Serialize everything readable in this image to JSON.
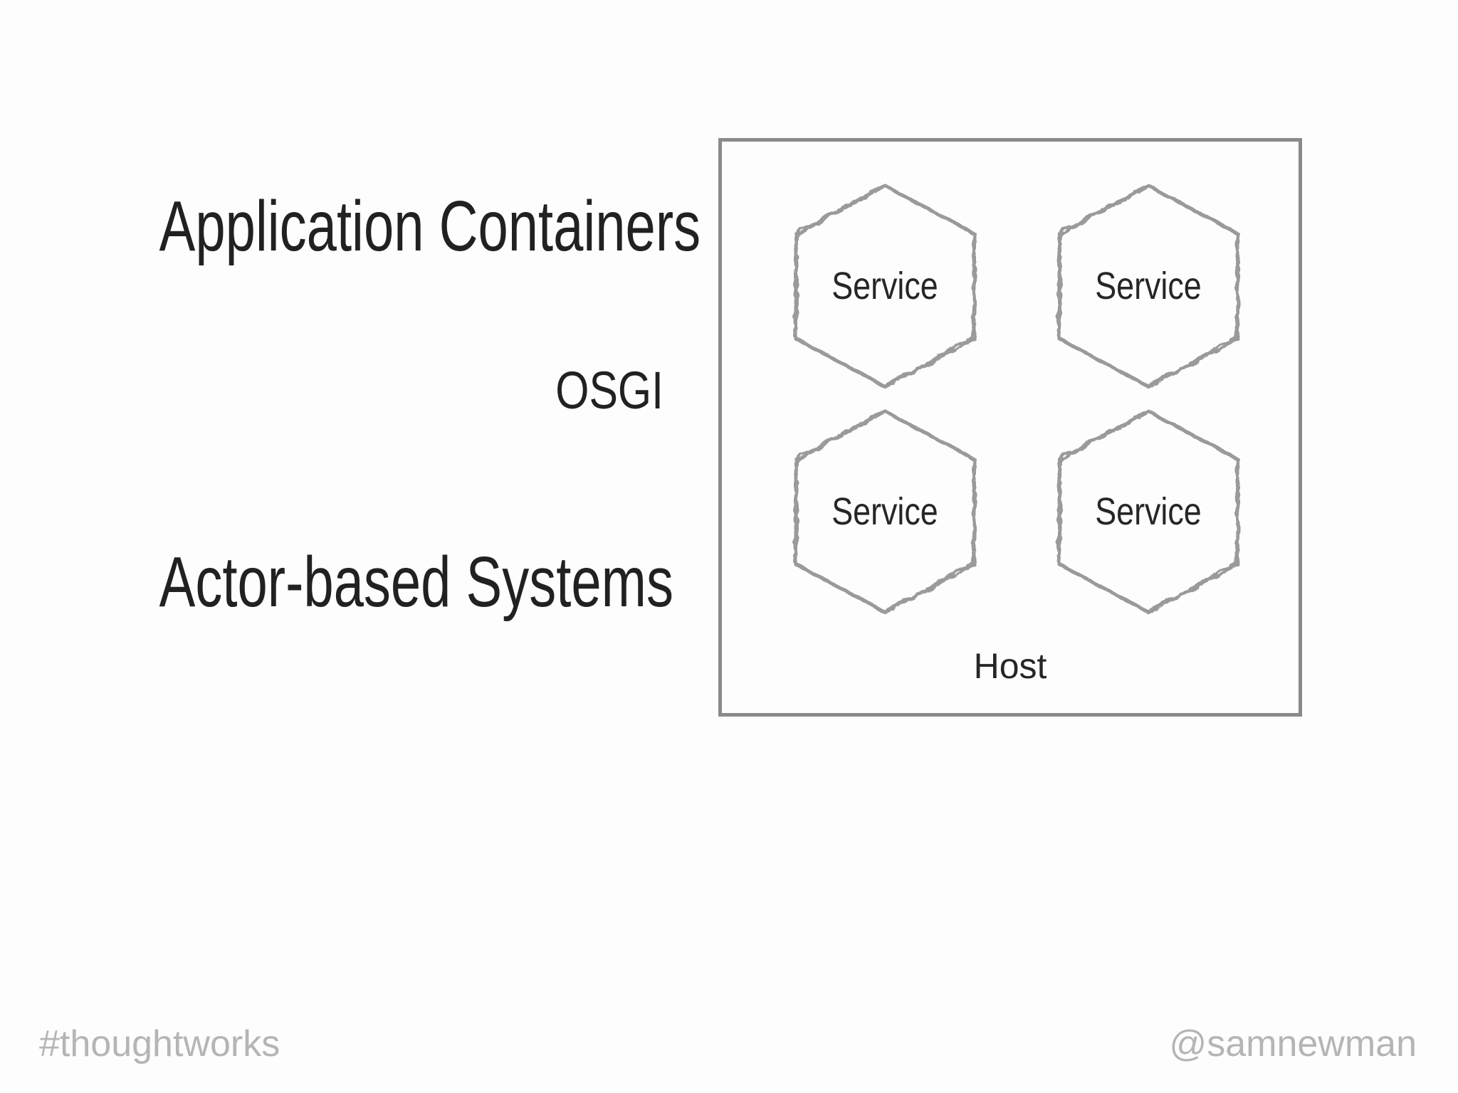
{
  "slide": {
    "topics": [
      {
        "label": "Application Containers"
      },
      {
        "label": "OSGI"
      },
      {
        "label": "Actor-based Systems"
      }
    ],
    "diagram": {
      "host_label": "Host",
      "services": [
        {
          "label": "Service"
        },
        {
          "label": "Service"
        },
        {
          "label": "Service"
        },
        {
          "label": "Service"
        }
      ],
      "colors": {
        "host_border": "#8a8a8a",
        "hex_stroke": "#9a9a9a"
      }
    },
    "footer": {
      "hashtag": "#thoughtworks",
      "handle": "@samnewman",
      "color": "#b5b5b5"
    },
    "colors": {
      "background": "#fdfdfd",
      "text": "#212121"
    }
  }
}
